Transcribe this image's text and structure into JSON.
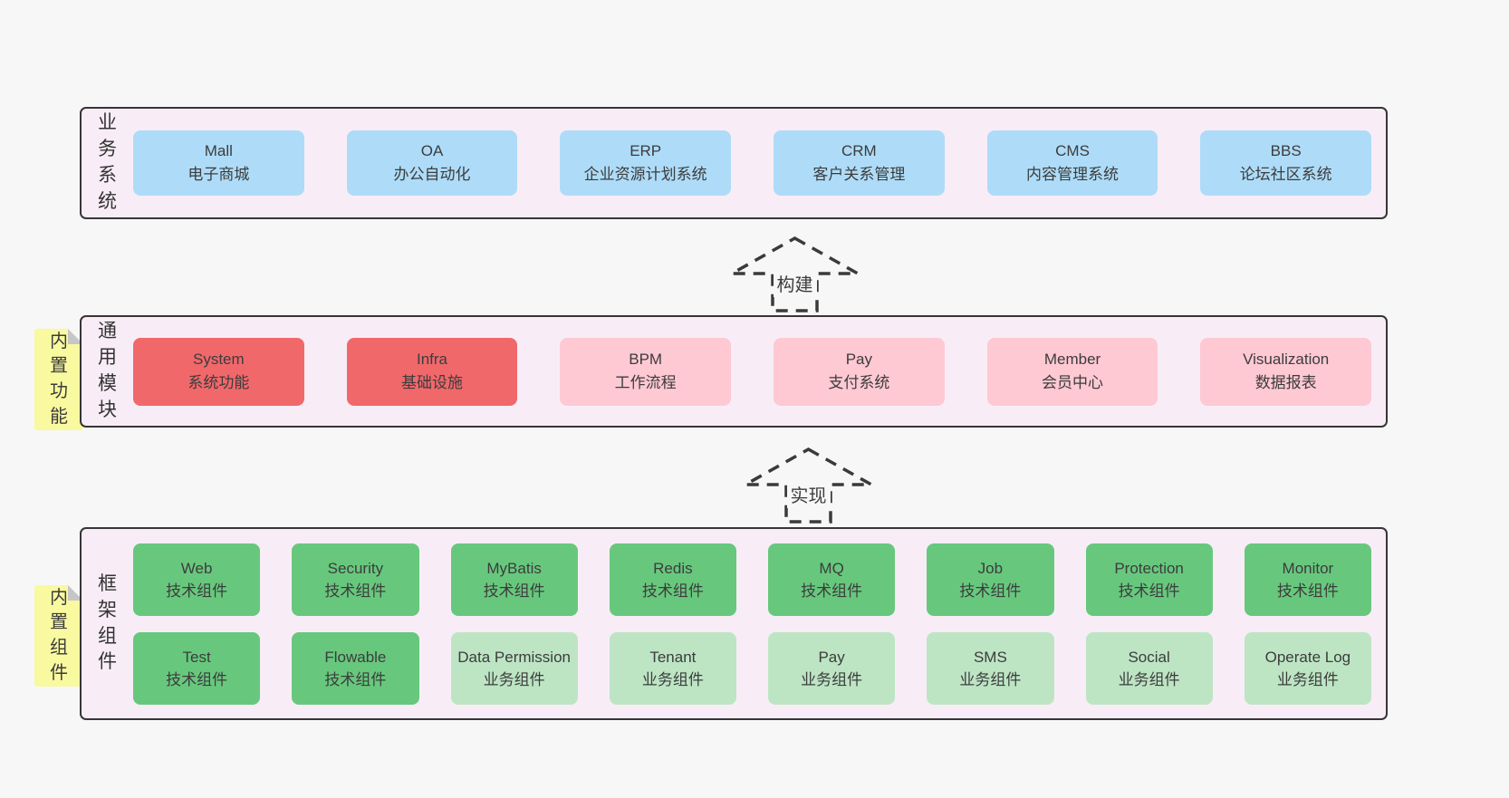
{
  "colors": {
    "page_bg": "#f7f7f7",
    "panel_bg": "#f8edf6",
    "panel_border": "#363636",
    "blue": "#aedcf8",
    "red": "#f1686b",
    "pink": "#fec9d3",
    "green_dark": "#67c87d",
    "green_light": "#bde5c4",
    "yellow": "#f9f9a0",
    "text": "#3c3c3c"
  },
  "sections": {
    "business": {
      "side_label": "业务系统",
      "rows": [
        [
          {
            "title": "Mall",
            "subtitle": "电子商城",
            "color": "blue"
          },
          {
            "title": "OA",
            "subtitle": "办公自动化",
            "color": "blue"
          },
          {
            "title": "ERP",
            "subtitle": "企业资源计划系统",
            "color": "blue"
          },
          {
            "title": "CRM",
            "subtitle": "客户关系管理",
            "color": "blue"
          },
          {
            "title": "CMS",
            "subtitle": "内容管理系统",
            "color": "blue"
          },
          {
            "title": "BBS",
            "subtitle": "论坛社区系统",
            "color": "blue"
          }
        ]
      ]
    },
    "modules": {
      "side_label": "通用模块",
      "note": "内置功能",
      "rows": [
        [
          {
            "title": "System",
            "subtitle": "系统功能",
            "color": "red"
          },
          {
            "title": "Infra",
            "subtitle": "基础设施",
            "color": "red"
          },
          {
            "title": "BPM",
            "subtitle": "工作流程",
            "color": "pink"
          },
          {
            "title": "Pay",
            "subtitle": "支付系统",
            "color": "pink"
          },
          {
            "title": "Member",
            "subtitle": "会员中心",
            "color": "pink"
          },
          {
            "title": "Visualization",
            "subtitle": "数据报表",
            "color": "pink"
          }
        ]
      ]
    },
    "framework": {
      "side_label": "框架组件",
      "note": "内置组件",
      "rows": [
        [
          {
            "title": "Web",
            "subtitle": "技术组件",
            "color": "green_dark"
          },
          {
            "title": "Security",
            "subtitle": "技术组件",
            "color": "green_dark"
          },
          {
            "title": "MyBatis",
            "subtitle": "技术组件",
            "color": "green_dark"
          },
          {
            "title": "Redis",
            "subtitle": "技术组件",
            "color": "green_dark"
          },
          {
            "title": "MQ",
            "subtitle": "技术组件",
            "color": "green_dark"
          },
          {
            "title": "Job",
            "subtitle": "技术组件",
            "color": "green_dark"
          },
          {
            "title": "Protection",
            "subtitle": "技术组件",
            "color": "green_dark"
          },
          {
            "title": "Monitor",
            "subtitle": "技术组件",
            "color": "green_dark"
          }
        ],
        [
          {
            "title": "Test",
            "subtitle": "技术组件",
            "color": "green_dark"
          },
          {
            "title": "Flowable",
            "subtitle": "技术组件",
            "color": "green_dark"
          },
          {
            "title": "Data Permission",
            "subtitle": "业务组件",
            "color": "green_light"
          },
          {
            "title": "Tenant",
            "subtitle": "业务组件",
            "color": "green_light"
          },
          {
            "title": "Pay",
            "subtitle": "业务组件",
            "color": "green_light"
          },
          {
            "title": "SMS",
            "subtitle": "业务组件",
            "color": "green_light"
          },
          {
            "title": "Social",
            "subtitle": "业务组件",
            "color": "green_light"
          },
          {
            "title": "Operate Log",
            "subtitle": "业务组件",
            "color": "green_light"
          }
        ]
      ]
    }
  },
  "arrows": [
    {
      "label": "构建"
    },
    {
      "label": "实现"
    }
  ]
}
